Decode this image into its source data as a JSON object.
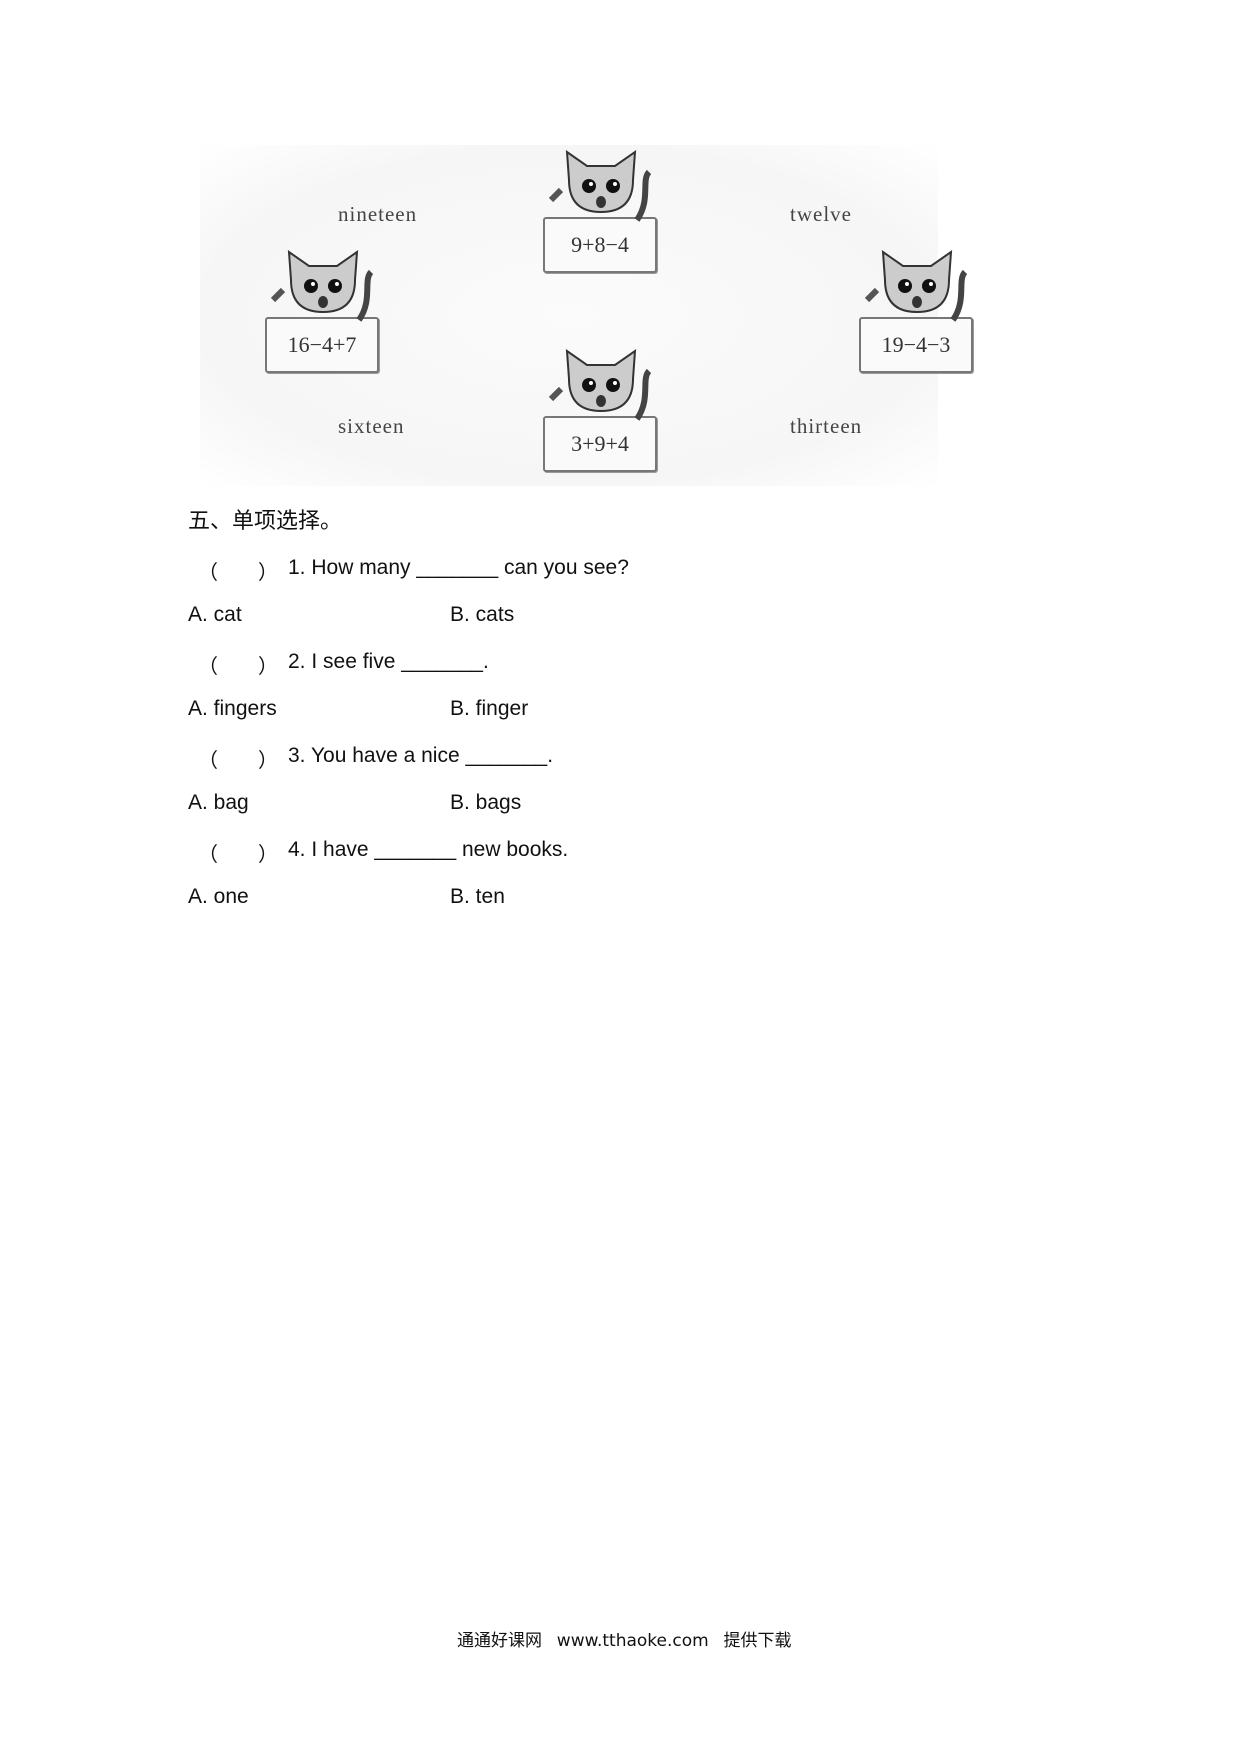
{
  "figure": {
    "words": [
      "nineteen",
      "twelve",
      "sixteen",
      "thirteen"
    ],
    "cards": [
      "9+8−4",
      "16−4+7",
      "19−4−3",
      "3+9+4"
    ]
  },
  "section": {
    "heading": "五、单项选择。",
    "questions": [
      {
        "open": "（",
        "close": "）",
        "text": "1. How many _______ can you see?",
        "a": "A. cat",
        "b": "B. cats"
      },
      {
        "open": "（",
        "close": "）",
        "text": "2. I see five _______.",
        "a": "A. fingers",
        "b": "B. finger"
      },
      {
        "open": "（",
        "close": "）",
        "text": "3. You have a nice _______.",
        "a": "A. bag",
        "b": "B. bags"
      },
      {
        "open": "（",
        "close": "）",
        "text": "4. I have _______ new books.",
        "a": "A. one",
        "b": "B. ten"
      }
    ]
  },
  "footer": "通通好课网  www.tthaoke.com  提供下载"
}
